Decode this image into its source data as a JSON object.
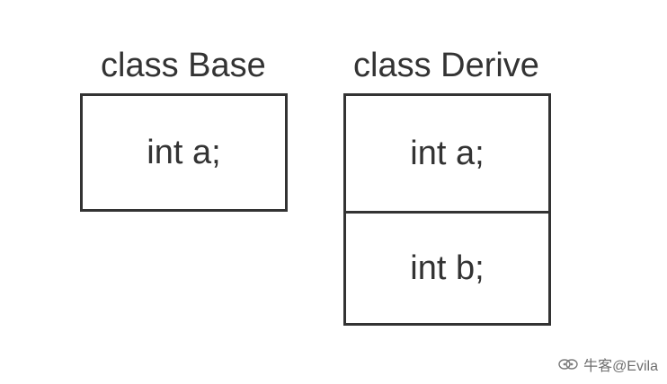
{
  "diagram": {
    "base": {
      "title": "class Base",
      "members": [
        "int a;"
      ]
    },
    "derive": {
      "title": "class Derive",
      "members": [
        "int a;",
        "int b;"
      ]
    }
  },
  "watermark": {
    "text": "牛客@Evila",
    "icon": "nowcoder-logo-icon"
  }
}
